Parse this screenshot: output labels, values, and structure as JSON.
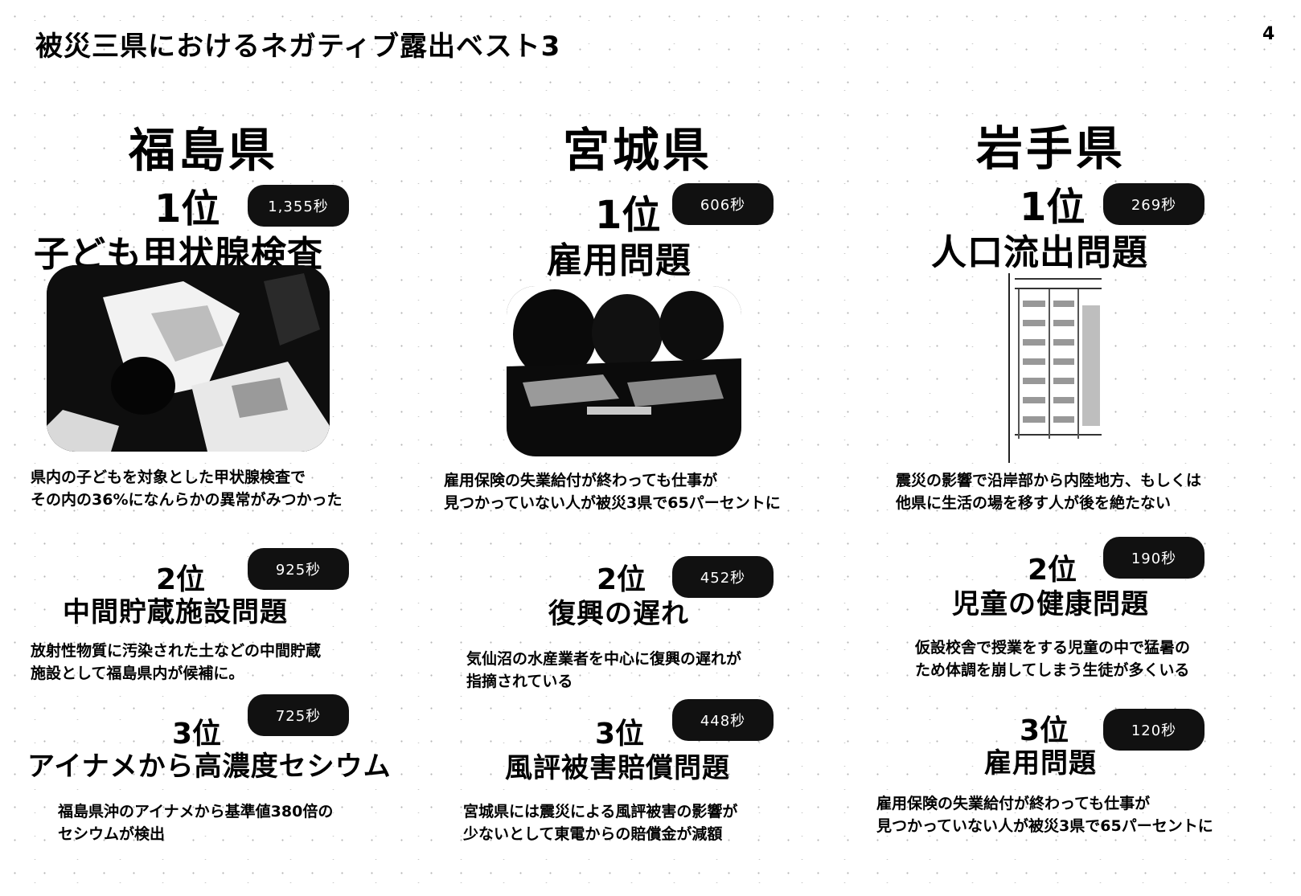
{
  "page": {
    "title": "被災三県におけるネガティブ露出ベスト3",
    "number": "4"
  },
  "prefectures": {
    "fukushima": {
      "name": "福島県",
      "rank1": {
        "rank": "1位",
        "seconds": "1,355秒",
        "topic": "子ども甲状腺検査",
        "desc": [
          "県内の子どもを対象とした甲状腺検査で",
          "その内の36%になんらかの異常がみつかった"
        ]
      },
      "rank2": {
        "rank": "2位",
        "seconds": "925秒",
        "topic": "中間貯蔵施設問題",
        "desc": [
          "放射性物質に汚染された土などの中間貯蔵",
          "施設として福島県内が候補に。"
        ]
      },
      "rank3": {
        "rank": "3位",
        "seconds": "725秒",
        "topic": "アイナメから高濃度セシウム",
        "desc": [
          "福島県沖のアイナメから基準値380倍の",
          "セシウムが検出"
        ]
      }
    },
    "miyagi": {
      "name": "宮城県",
      "rank1": {
        "rank": "1位",
        "seconds": "606秒",
        "topic": "雇用問題",
        "desc": [
          "雇用保険の失業給付が終わっても仕事が",
          "見つかっていない人が被災3県で65パーセントに"
        ]
      },
      "rank2": {
        "rank": "2位",
        "seconds": "452秒",
        "topic": "復興の遅れ",
        "desc": [
          "気仙沼の水産業者を中心に復興の遅れが",
          "指摘されている"
        ]
      },
      "rank3": {
        "rank": "3位",
        "seconds": "448秒",
        "topic": "風評被害賠償問題",
        "desc": [
          "宮城県には震災による風評被害の影響が",
          "少ないとして東電からの賠償金が減額"
        ]
      }
    },
    "iwate": {
      "name": "岩手県",
      "rank1": {
        "rank": "1位",
        "seconds": "269秒",
        "topic": "人口流出問題",
        "desc": [
          "震災の影響で沿岸部から内陸地方、もしくは",
          "他県に生活の場を移す人が後を絶たない"
        ]
      },
      "rank2": {
        "rank": "2位",
        "seconds": "190秒",
        "topic": "児童の健康問題",
        "desc": [
          "仮設校舎で授業をする児童の中で猛暑の",
          "ため体調を崩してしまう生徒が多くいる"
        ]
      },
      "rank3": {
        "rank": "3位",
        "seconds": "120秒",
        "topic": "雇用問題",
        "desc": [
          "雇用保険の失業給付が終わっても仕事が",
          "見つかっていない人が被災3県で65パーセントに"
        ]
      }
    }
  }
}
